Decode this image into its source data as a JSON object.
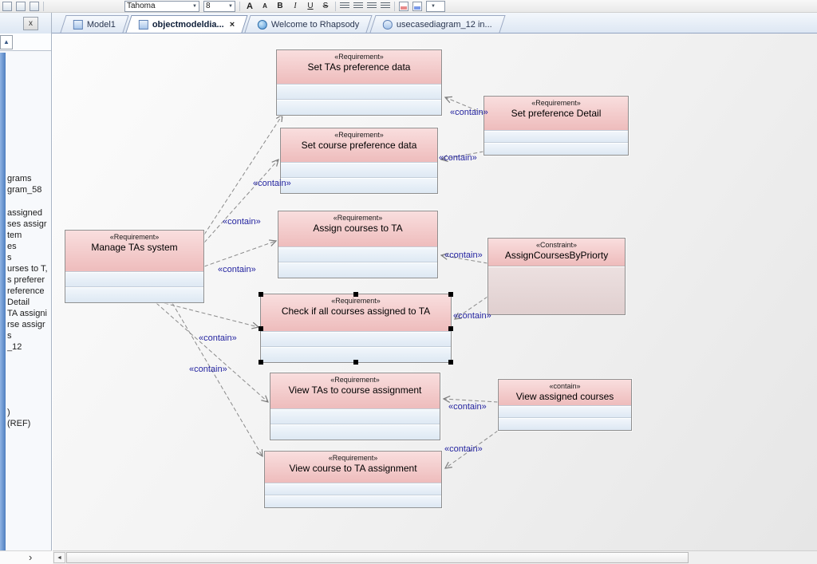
{
  "toolbar": {
    "font_name": "Tahoma",
    "font_size": "8",
    "format_buttons": [
      "A",
      "A",
      "B",
      "I",
      "U",
      "S"
    ]
  },
  "tabs": [
    {
      "label": "Model1"
    },
    {
      "label": "objectmodeldia...",
      "close": "×"
    },
    {
      "label": "Welcome to Rhapsody"
    },
    {
      "label": "usecasediagram_12 in..."
    }
  ],
  "sidebar": {
    "close_button": "x",
    "items": [
      "grams",
      "gram_58",
      "assigned",
      "ses assigr",
      "tem",
      "es",
      "s",
      "urses to T,",
      "s preferer",
      "reference",
      "Detail",
      "TA assigni",
      "rse assigr",
      "s",
      "_12",
      ")",
      "(REF)"
    ]
  },
  "icons": {
    "up_arrow": "▲",
    "left_arrow": "◄",
    "chevron_right": "›",
    "combo_arrow": "▼"
  },
  "diagram": {
    "contain_label": "«contain»",
    "boxes": [
      {
        "stereotype": "«Requirement»",
        "name": "Set TAs preference data"
      },
      {
        "stereotype": "«Requirement»",
        "name": "Set preference Detail"
      },
      {
        "stereotype": "«Requirement»",
        "name": "Set course  preference data"
      },
      {
        "stereotype": "«Requirement»",
        "name": "Assign courses to TA"
      },
      {
        "stereotype": "«Requirement»",
        "name": "Manage TAs system"
      },
      {
        "stereotype": "«Constraint»",
        "name": "AssignCoursesByPriorty"
      },
      {
        "stereotype": "«Requirement»",
        "name": "Check if all courses assigned  to TA"
      },
      {
        "stereotype": "«Requirement»",
        "name": "View TAs to course assignment"
      },
      {
        "stereotype": "«contain»",
        "name": "View assigned courses"
      },
      {
        "stereotype": "«Requirement»",
        "name": "View course to TA assignment"
      }
    ]
  }
}
